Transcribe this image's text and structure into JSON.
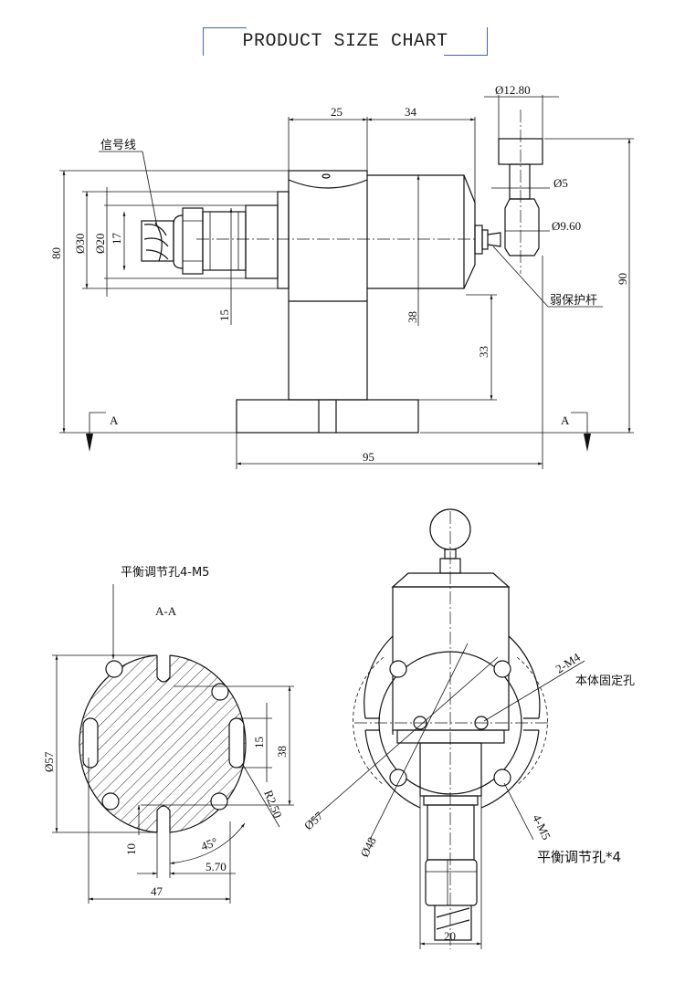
{
  "title": "PRODUCT SIZE CHART",
  "side_view": {
    "dims": {
      "d25": "25",
      "d34": "34",
      "d12_80": "Ø12.80",
      "d5": "Ø5",
      "d9_60": "Ø9.60",
      "d80": "80",
      "d30": "Ø30",
      "d20": "Ø20",
      "d17": "17",
      "d15": "15",
      "d38": "38",
      "d33": "33",
      "d90": "90",
      "d95": "95"
    },
    "labels": {
      "signal_wire": "信号线",
      "weak_protect_rod": "弱保护杆",
      "section_a": "A"
    }
  },
  "section_view": {
    "title": "A-A",
    "label_balance": "平衡调节孔4-M5",
    "dims": {
      "d57": "Ø57",
      "d15": "15",
      "d38": "38",
      "r2_50": "R2.50",
      "d10": "10",
      "angle": "45°",
      "d5_70": "5.70",
      "d47": "47"
    }
  },
  "front_view": {
    "dims": {
      "d57": "Ø57",
      "d48": "Ø48",
      "m4": "2-M4",
      "m5": "4-M5",
      "d20": "20"
    },
    "labels": {
      "body_fix_hole": "本体固定孔",
      "balance_holes": "平衡调节孔*4"
    }
  }
}
